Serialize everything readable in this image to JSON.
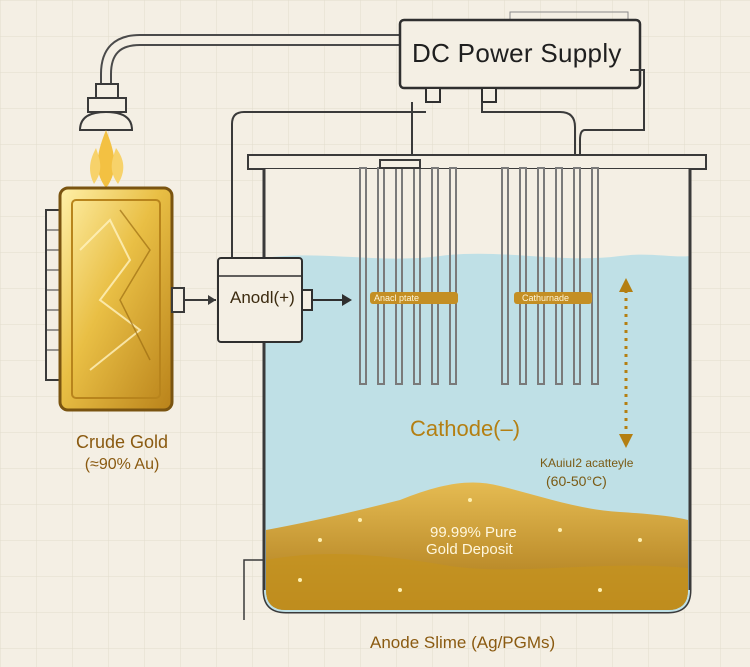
{
  "title": "DC Power Supply",
  "anode_label": "Anodl(+)",
  "crude_gold": {
    "name": "Crude Gold",
    "purity": "(≈90% Au)"
  },
  "electrode_tags": {
    "anode": "Anacl ptate",
    "cathode": "Cathurnade"
  },
  "cathode_label": "Cathode(–)",
  "electrolyte": {
    "name": "KAuiuI2 acatteyle",
    "temp": "(60-50°C)"
  },
  "deposit": {
    "line1": "99.99% Pure",
    "line2": "Gold Deposit"
  },
  "anode_slime": "Anode Slime (Ag/PGMs)",
  "colors": {
    "electrolyte": "#bfe0e6",
    "gold": "#d9a93a",
    "line": "#3a3a3a",
    "background": "#f4efe4"
  }
}
